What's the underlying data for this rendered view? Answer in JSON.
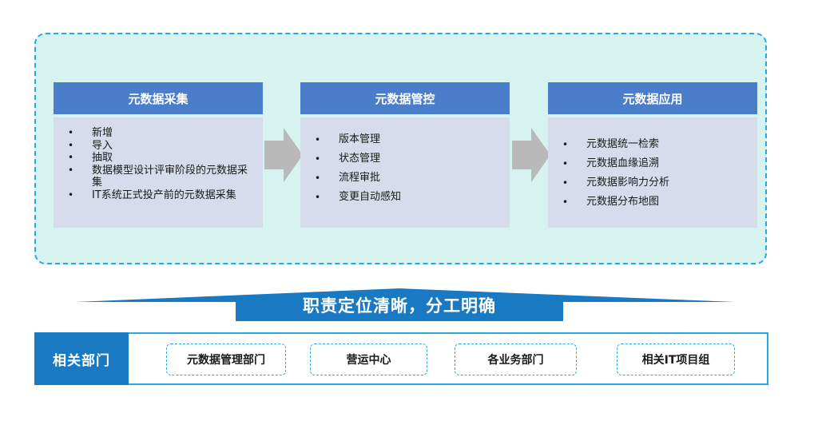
{
  "columns": [
    {
      "title": "元数据采集",
      "items": [
        "新增",
        "导入",
        "抽取",
        "数据模型设计评审阶段的元数据采集",
        "IT系统正式投产前的元数据采集"
      ]
    },
    {
      "title": "元数据管控",
      "items": [
        "版本管理",
        "状态管理",
        "流程审批",
        "变更自动感知"
      ]
    },
    {
      "title": "元数据应用",
      "items": [
        "元数据统一检索",
        "元数据血缘追溯",
        "元数据影响力分析",
        "元数据分布地图"
      ]
    }
  ],
  "banner": "职责定位清晰，分工明确",
  "departments": {
    "label": "相关部门",
    "items": [
      "元数据管理部门",
      "营运中心",
      "各业务部门",
      "相关IT项目组"
    ]
  },
  "colors": {
    "panel_bg": "#d6f3ef",
    "dashed_border": "#29a8e0",
    "column_header": "#4a7ecb",
    "column_body": "#d6dceb",
    "arrow": "#b9b9b9",
    "banner": "#1979c2",
    "dept_label": "#1979c2"
  }
}
